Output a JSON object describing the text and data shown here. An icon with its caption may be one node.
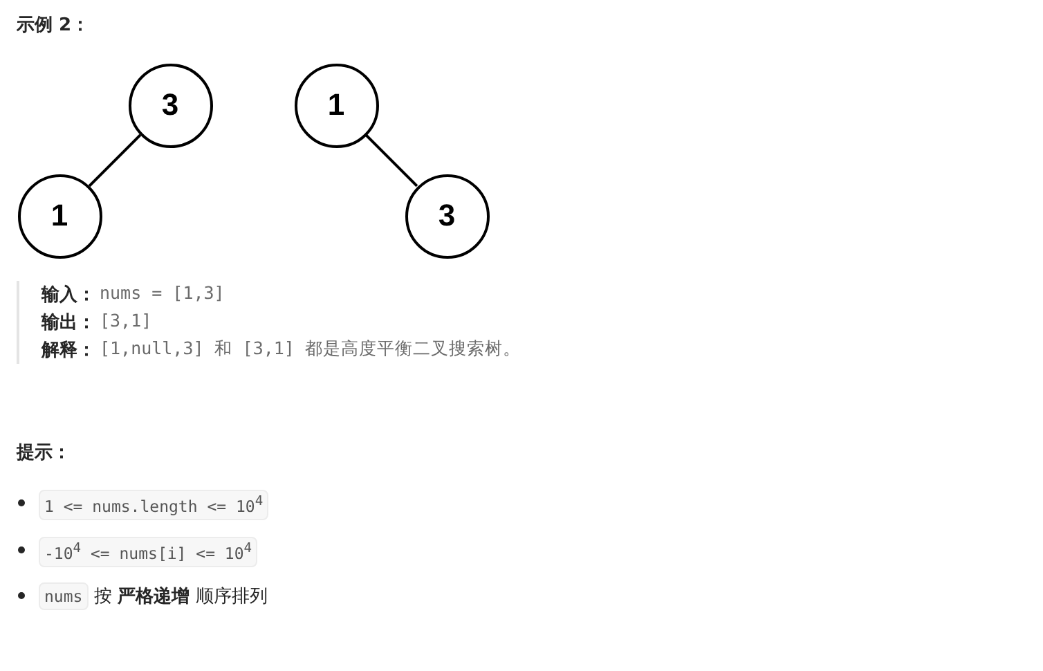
{
  "diagram": {
    "title": "示例 2：",
    "nodes": [
      {
        "text": [
          "3"
        ]
      },
      {
        "text": [
          "1"
        ]
      },
      {
        "text": [
          "1"
        ]
      },
      {
        "text": [
          "3"
        ]
      }
    ],
    "edges": [
      {
        "from": 0,
        "to": 1,
        "arrow": "none"
      },
      {
        "from": 2,
        "to": 3,
        "arrow": "none"
      }
    ],
    "labels": [
      "输入：",
      "nums = [1,3]",
      "输出：",
      "[3,1]",
      "解释：",
      "[1,null,3] 和 [3,1] 都是高度平衡二叉搜索树。",
      "提示：",
      "1 <= nums.length <= 10$^{4}$",
      "-10$^{4}$ <= nums[i] <= 10$^{4}$",
      "nums",
      "按 **严格递增** 顺序排列"
    ]
  }
}
